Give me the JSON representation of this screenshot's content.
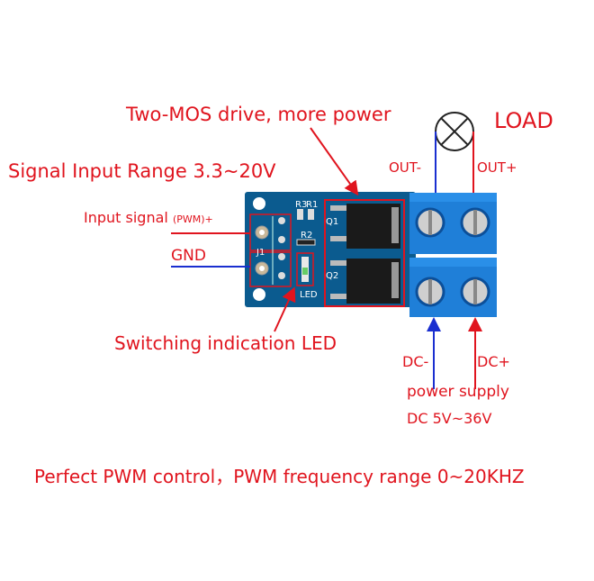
{
  "labels": {
    "mos_drive": "Two-MOS drive, more power",
    "load": "LOAD",
    "signal_range": "Signal Input Range  3.3~20V",
    "out_minus": "OUT-",
    "out_plus": "OUT+",
    "input_signal": "Input signal",
    "pwm_plus": "(PWM)+",
    "gnd": "GND",
    "led": "Switching indication LED",
    "dc_minus": "DC-",
    "dc_plus": "DC+",
    "power_supply": "power supply",
    "dc_range": "DC 5V~36V",
    "footer": "Perfect PWM control，PWM frequency range 0~20KHZ"
  },
  "board_silkscreen": [
    "R3",
    "R1",
    "R2",
    "Q1",
    "Q2",
    "J1",
    "LED"
  ],
  "colors": {
    "label_red": "#e0141e",
    "wire_blue": "#1a2fd0",
    "pcb": "#0a5a8c",
    "terminal": "#1f7fd8"
  }
}
